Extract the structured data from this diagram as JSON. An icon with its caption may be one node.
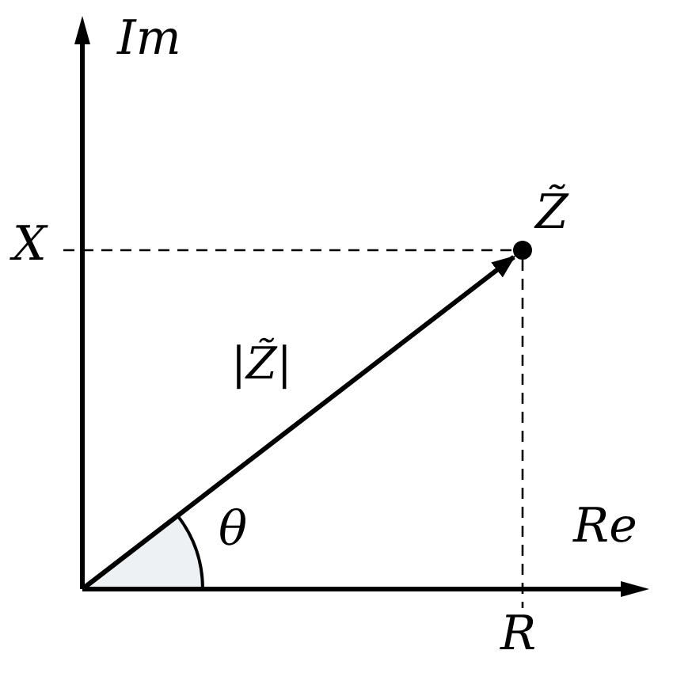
{
  "diagram": {
    "nodes": [
      {
        "text": [],
        "shape": "circle",
        "beside": [
          "Z̃"
        ]
      },
      {
        "text": [],
        "shape": "sector",
        "beside": [
          "θ"
        ]
      }
    ],
    "edges": [
      {
        "from": 1,
        "to": 0,
        "arrow": "to",
        "label": "|Z̃|"
      }
    ],
    "labels": [
      "Im",
      "X",
      "Re",
      "R"
    ]
  }
}
